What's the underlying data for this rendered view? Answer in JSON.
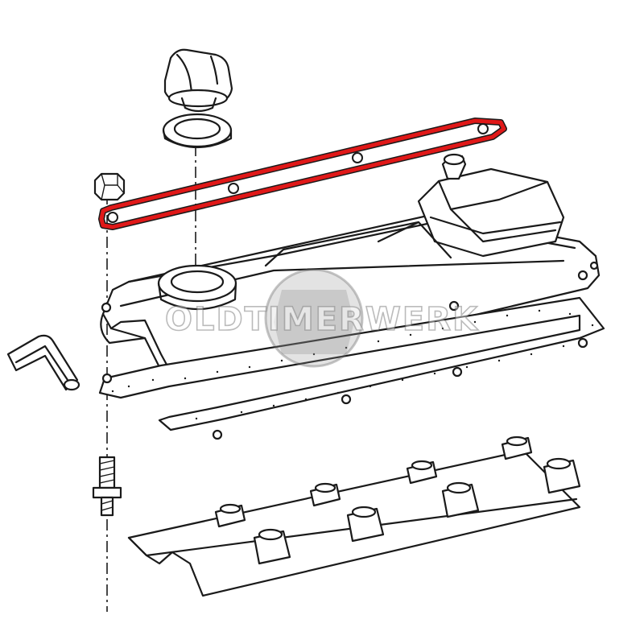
{
  "watermark": {
    "text": "OLDTIMERWERK"
  },
  "colors": {
    "highlight": "#e01818",
    "line": "#1a1a1a",
    "background": "#ffffff",
    "watermark": "#7a7a7a"
  },
  "parts": {
    "oil_filler_cap": "oil-filler-cap",
    "cap_seal": "cap-seal",
    "nut": "nut",
    "gasket_highlighted": "rocker-cover-gasket-strip",
    "rocker_cover": "rocker-cover",
    "breather_hose": "breather-hose",
    "cover_gasket": "rocker-cover-gasket",
    "stud": "stud",
    "baffle_plate": "baffle-plate"
  }
}
